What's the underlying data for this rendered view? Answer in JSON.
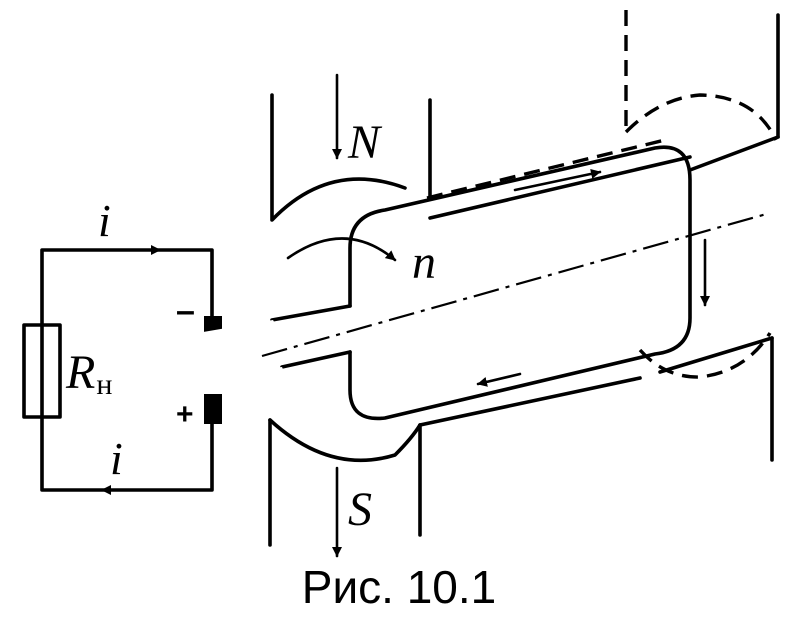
{
  "figure": {
    "label_N": "N",
    "label_S": "S",
    "label_n": "n",
    "label_i_top": "i",
    "label_i_bottom": "i",
    "label_R": "R",
    "label_R_sub": "н",
    "sign_minus": "–",
    "sign_plus": "+",
    "caption": "Рис. 10.1"
  }
}
